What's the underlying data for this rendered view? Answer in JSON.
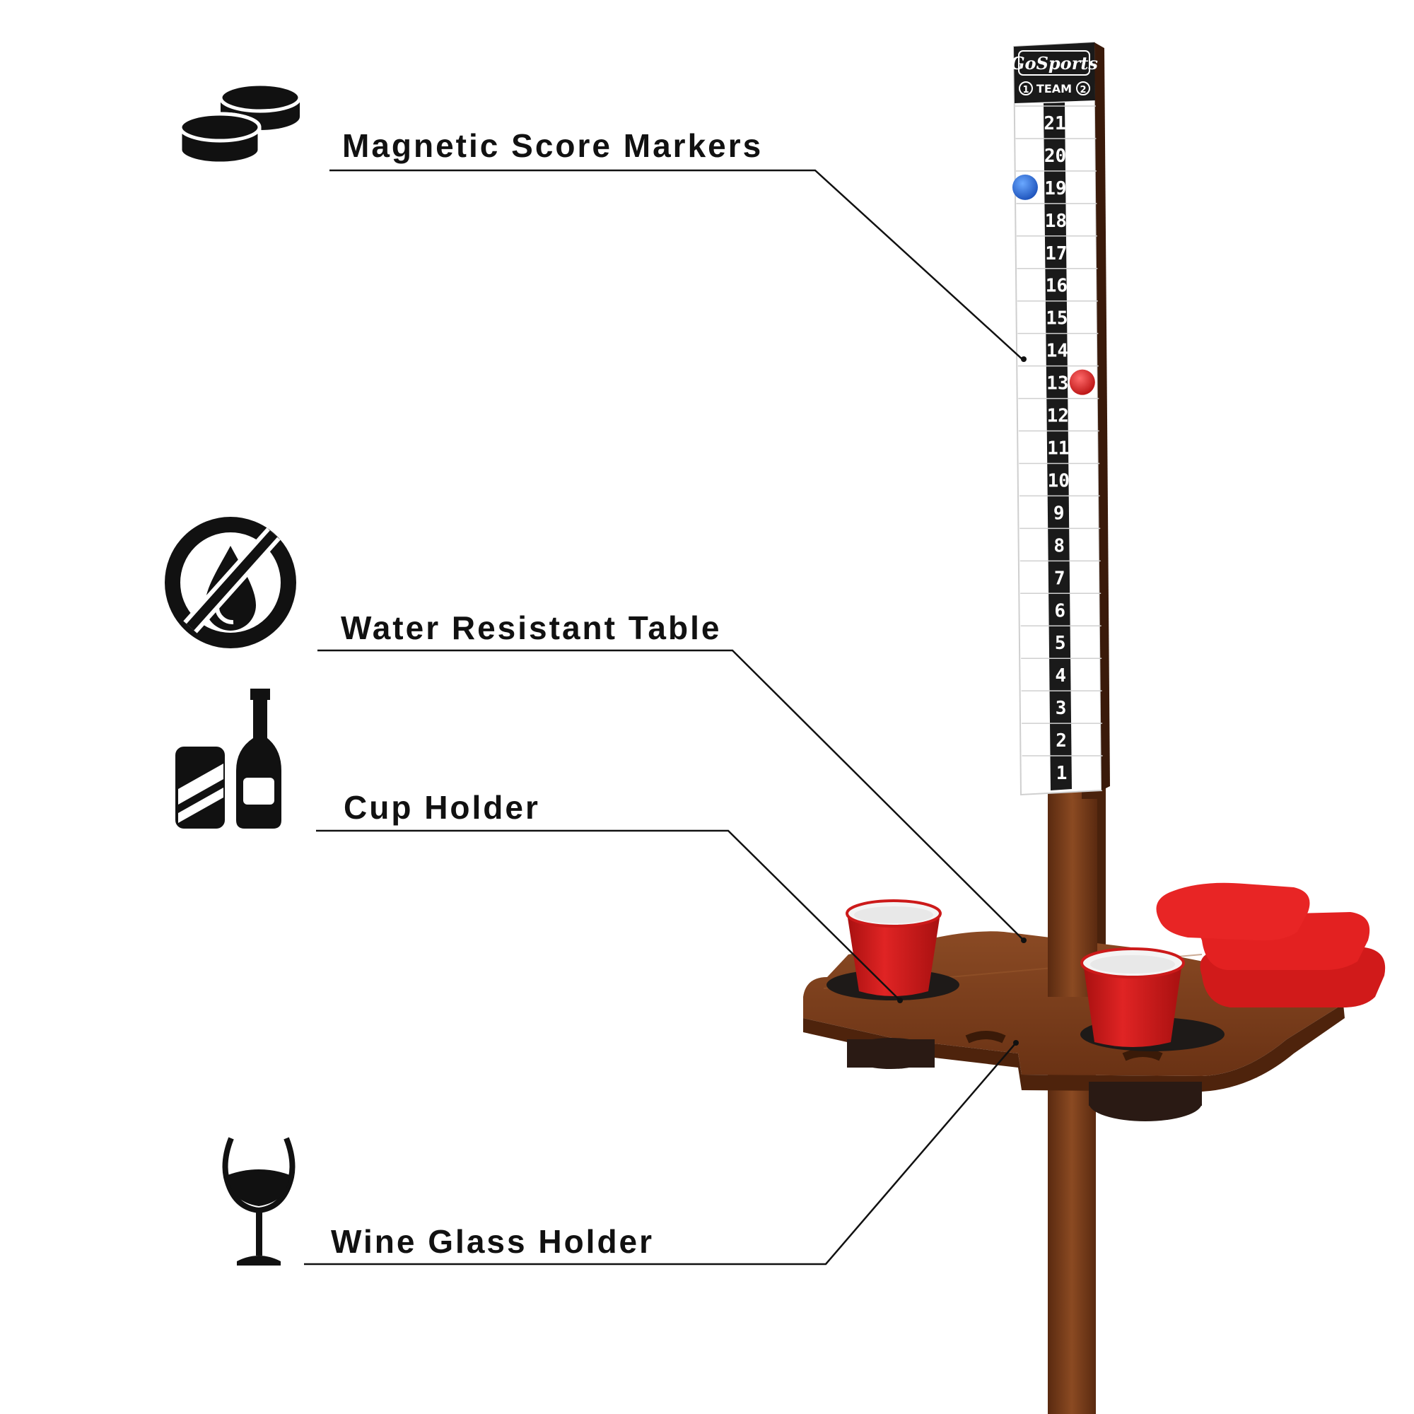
{
  "features": [
    {
      "id": "magnetic-score-markers",
      "label": "Magnetic Score Markers",
      "icon": "score-markers-icon"
    },
    {
      "id": "water-resistant-table",
      "label": "Water Resistant Table",
      "icon": "no-water-drop-icon"
    },
    {
      "id": "cup-holder",
      "label": "Cup Holder",
      "icon": "can-and-bottle-icon"
    },
    {
      "id": "wine-glass-holder",
      "label": "Wine Glass Holder",
      "icon": "wine-glass-icon"
    }
  ],
  "scoreboard": {
    "brand": "GoSports",
    "team_label": "TEAM",
    "team_left": "1",
    "team_right": "2",
    "scores": [
      "21",
      "20",
      "19",
      "18",
      "17",
      "16",
      "15",
      "14",
      "13",
      "12",
      "11",
      "10",
      "9",
      "8",
      "7",
      "6",
      "5",
      "4",
      "3",
      "2",
      "1"
    ],
    "markers": [
      {
        "team": "1",
        "score": 19,
        "color": "#2a6fdb"
      },
      {
        "team": "2",
        "score": 13,
        "color": "#e0202a"
      }
    ]
  },
  "colors": {
    "wood": "#7a3d1c",
    "wood_dark": "#5a2a10",
    "cup_red": "#d61e1e",
    "bag_red": "#e5201f",
    "scoreboard_black": "#1a1a1a",
    "leader_line": "#111111"
  }
}
